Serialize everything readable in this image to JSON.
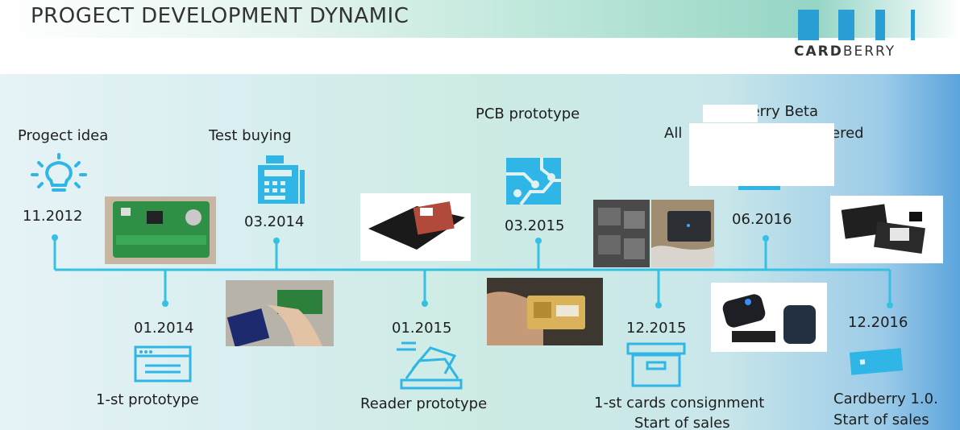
{
  "title": "PROGECT DEVELOPMENT DYNAMIC",
  "logo": {
    "text_bold": "CARD",
    "text_light": "BERRY"
  },
  "colors": {
    "line": "#34c1e4",
    "icon": "#2fb6e6",
    "header": "#9fdcca"
  },
  "milestones_top": [
    {
      "label": "Progect idea",
      "date": "11.2012",
      "icon": "lightbulb-icon"
    },
    {
      "label": "Test buying",
      "date": "03.2014",
      "icon": "cash-register-icon"
    },
    {
      "label": "PCB prototype",
      "date": "03.2015",
      "icon": "circuit-board-icon"
    },
    {
      "label_line1": "Cardberry Beta",
      "label_line2": "All",
      "label_line2_end": "ered",
      "date": "06.2016",
      "icon": "card-icon"
    }
  ],
  "milestones_bottom": [
    {
      "date": "01.2014",
      "label": "1-st prototype",
      "icon": "device-window-icon"
    },
    {
      "date": "01.2015",
      "label": "Reader prototype",
      "icon": "card-reader-icon"
    },
    {
      "date": "12.2015",
      "label_line1": "1-st  cards consignment",
      "label_line2": "Start of sales",
      "icon": "archive-box-icon"
    },
    {
      "date": "12.2016",
      "label_line1": "Cardberry  1.0.",
      "label_line2": "Start of sales",
      "icon": "credit-card-icon"
    }
  ]
}
